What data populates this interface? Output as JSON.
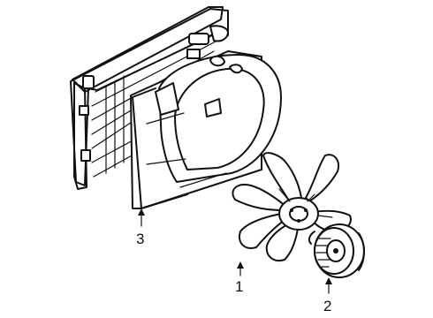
{
  "diagram": {
    "parts": [
      {
        "id": "fan-blade",
        "callout": "1"
      },
      {
        "id": "fan-clutch",
        "callout": "2"
      },
      {
        "id": "fan-shroud",
        "callout": "3"
      }
    ],
    "radiator": {
      "callout": ""
    }
  },
  "colors": {
    "ink": "#111111",
    "paper": "#ffffff"
  }
}
